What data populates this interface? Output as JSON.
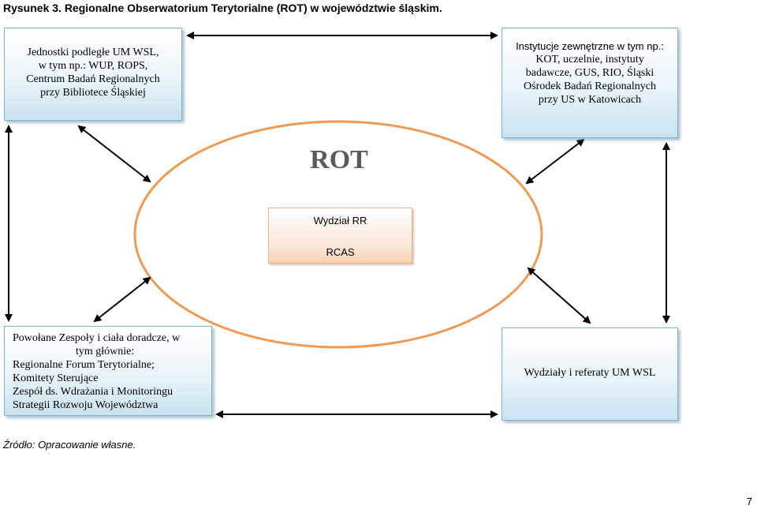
{
  "caption": "Rysunek 3. Regionalne Obserwatorium Terytorialne (ROT) w województwie śląskim.",
  "top_left_box": {
    "lines": [
      "Jednostki podległe UM WSL,",
      "w tym np.: WUP, ROPS,",
      "Centrum Badań Regionalnych",
      "przy Bibliotece Śląskiej"
    ]
  },
  "top_right_box": {
    "heading": "Instytucje zewnętrzne w tym np.:",
    "lines": [
      "KOT, uczelnie, instytuty",
      "badawcze, GUS, RIO, Śląski",
      "Ośrodek Badań Regionalnych",
      "przy US w  Katowicach"
    ]
  },
  "bottom_left_box": {
    "lines": [
      "Powołane Zespoły i ciała doradcze, w",
      "tym głównie:",
      "Regionalne Forum Terytorialne;",
      "Komitety Sterujące",
      "Zespół ds. Wdrażania i Monitoringu",
      "Strategii Rozwoju Województwa"
    ]
  },
  "bottom_right_box": {
    "label": "Wydziały i referaty UM WSL"
  },
  "center": {
    "title": "ROT",
    "box_line1": "Wydział RR",
    "box_line2": "RCAS"
  },
  "source": "Źródło: Opracowanie własne.",
  "page_number": "7",
  "colors": {
    "ellipse_stroke": "#ee9a55",
    "box_border": "#7fb4cf",
    "center_box_border": "#e8b48a",
    "arrow": "#000000"
  }
}
